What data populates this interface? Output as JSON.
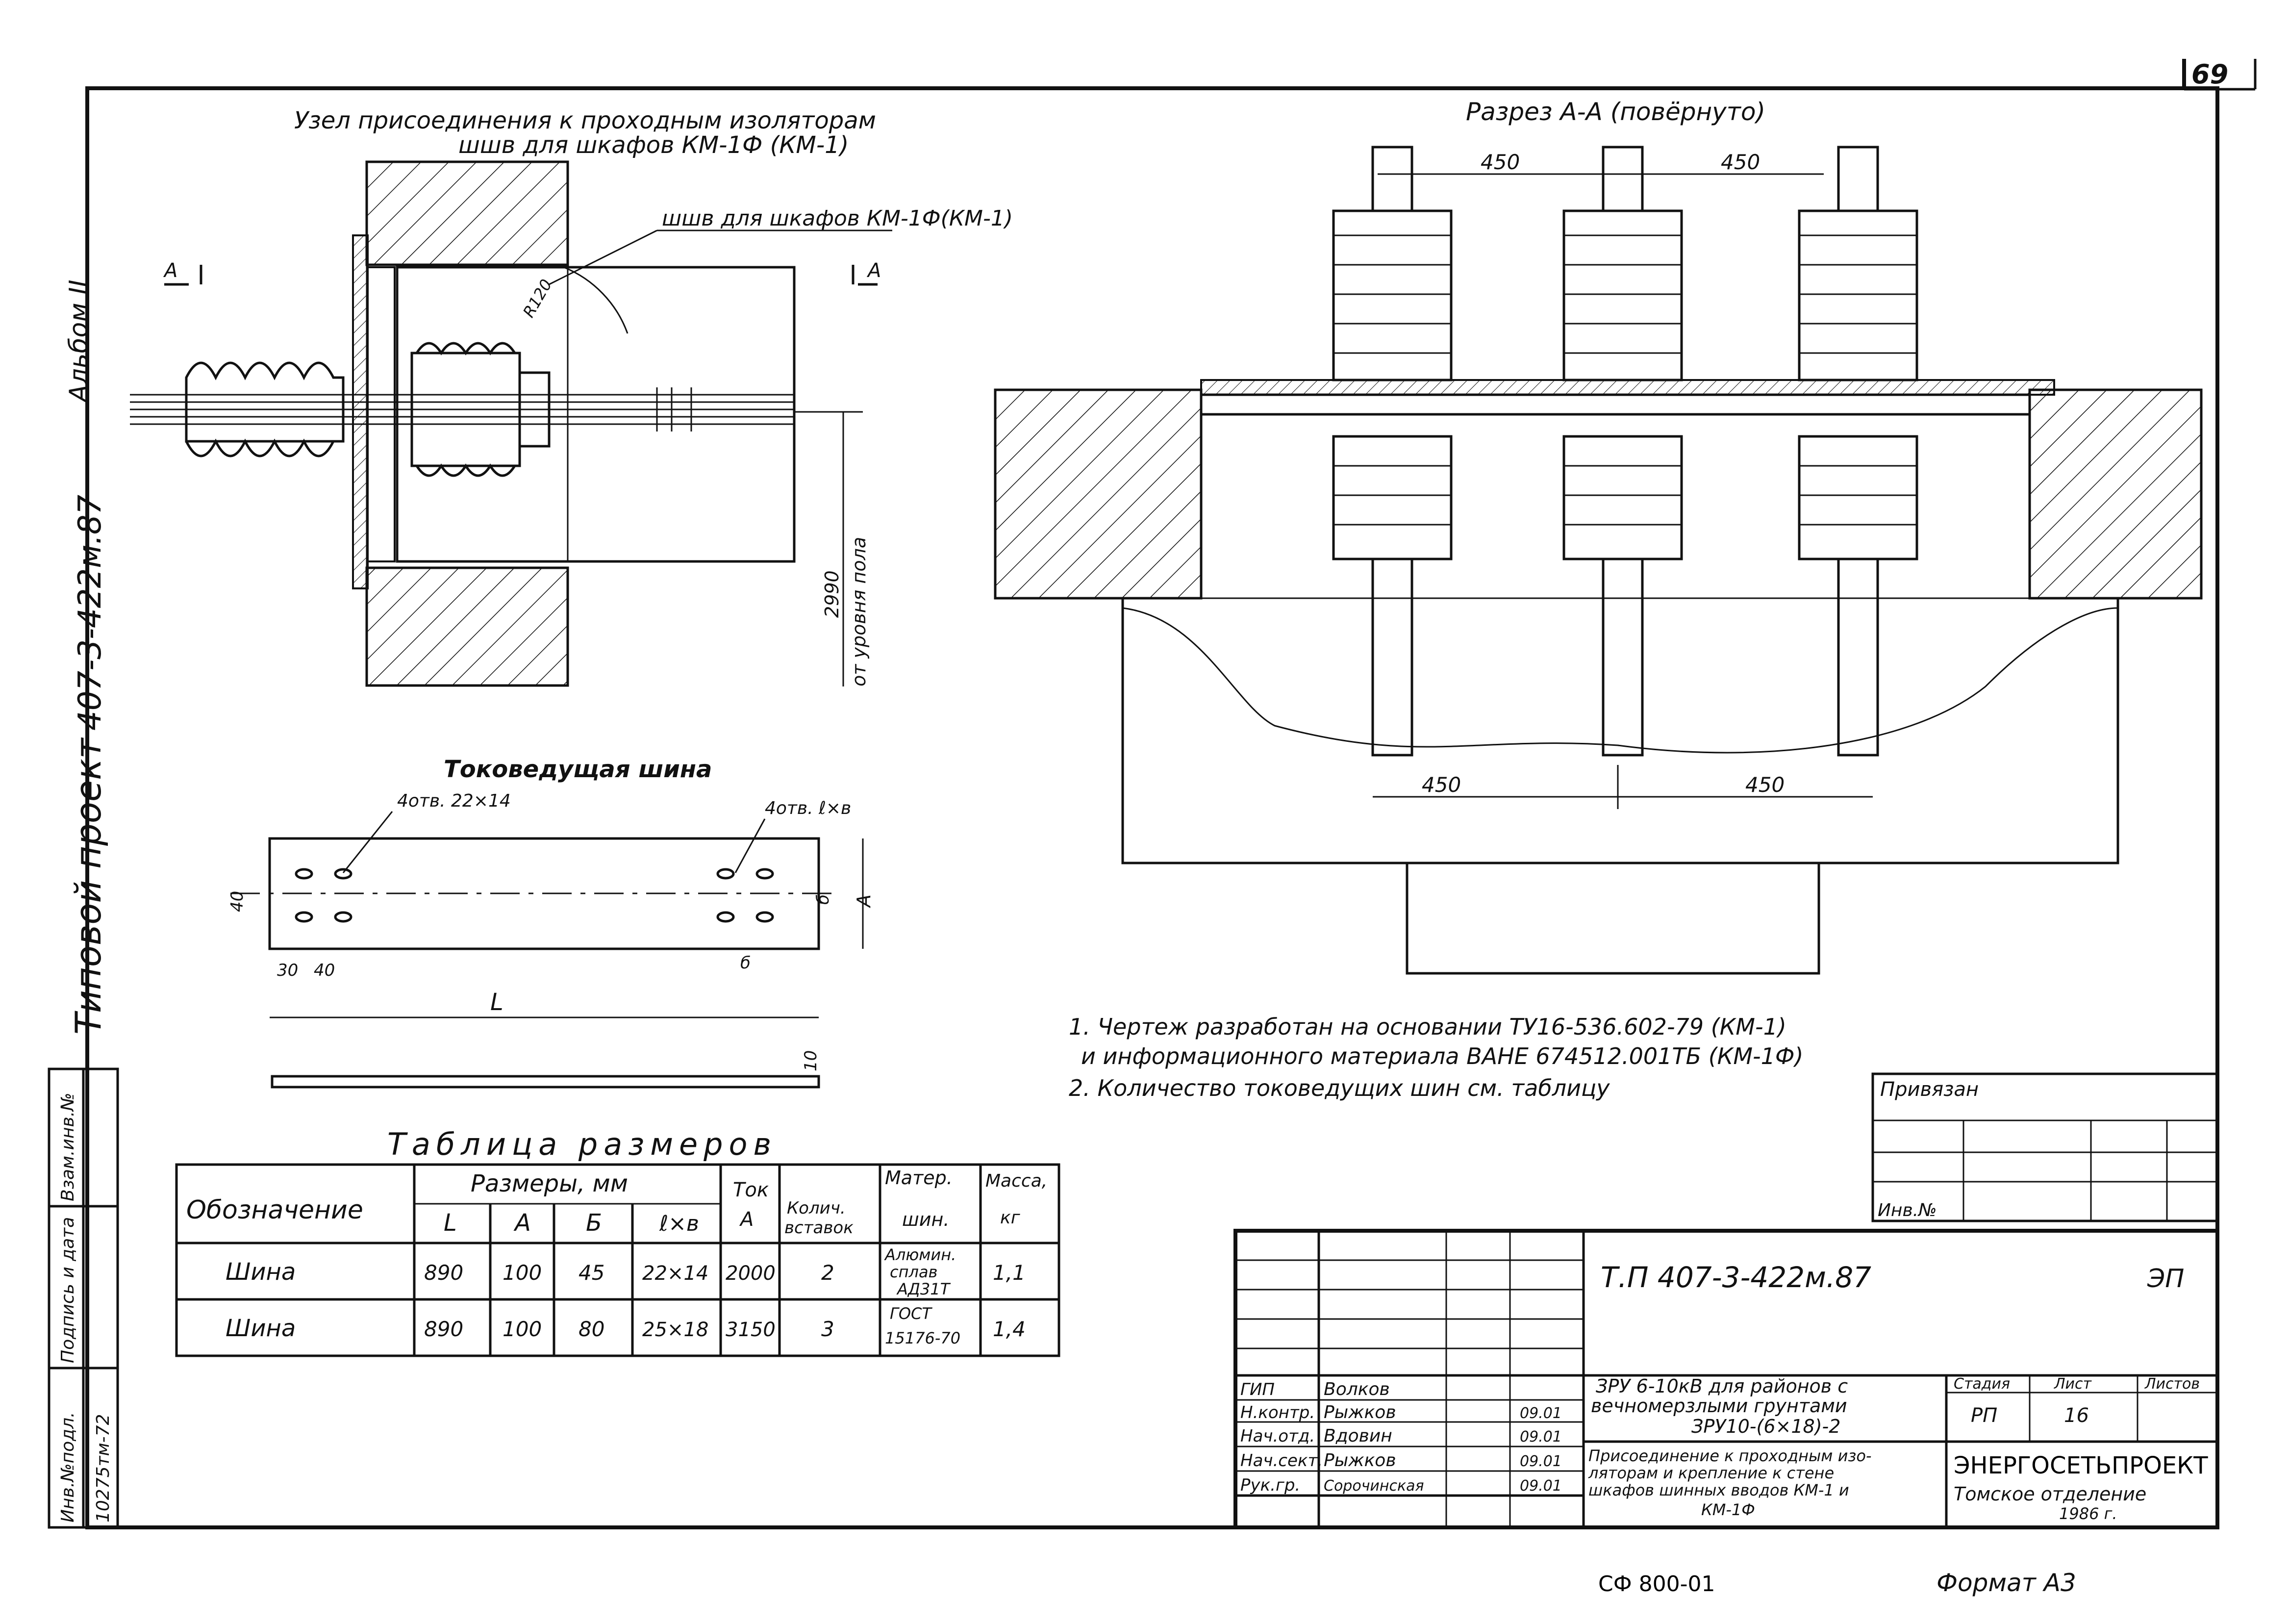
{
  "sheet": {
    "page_number": "69",
    "margin_album": "Альбом II",
    "margin_project_label": "Типовой проект",
    "margin_project_code": "407-3-422м.87",
    "left_stamp": {
      "inv_podl_label": "Инв.№подл.",
      "inv_podl_value": "10275тм-72",
      "sign_date_label": "Подпись и дата",
      "vzam_label": "Взам.инв.№"
    },
    "footer_code": "СФ 800-01",
    "footer_format": "Формат А3"
  },
  "view_left": {
    "title_line1": "Узел присоединения к проходным изоляторам",
    "title_line2": "шшв для шкафов КМ-1Ф (КМ-1)",
    "leader_label": "шшв для шкафов КМ-1Ф(КМ-1)",
    "section_mark": "А",
    "radius_label": "R120",
    "dim_vertical": "2990",
    "dim_vertical_note": "от уровня пола"
  },
  "view_section": {
    "title": "Разрез А-А (повёрнуто)",
    "dim_top_left": "450",
    "dim_top_right": "450",
    "dim_bottom_left": "450",
    "dim_bottom_right": "450"
  },
  "busbar_detail": {
    "title": "Токоведущая шина",
    "hole_label_left": "4отв. 22×14",
    "hole_label_right": "4отв. ℓ×в",
    "dim_40": "40",
    "dim_30": "30",
    "dim_40b": "40",
    "dim_b": "б",
    "dim_b2": "б",
    "dim_a": "А",
    "dim_L": "L",
    "dim_10": "10"
  },
  "notes": {
    "note1_line1": "1. Чертеж разработан на основании ТУ16-536.602-79 (КМ-1)",
    "note1_line2": "и информационного материала ВАНЕ 674512.001ТБ (КМ-1Ф)",
    "note2": "2. Количество токоведущих шин см. таблицу"
  },
  "size_table": {
    "title": "Таблица размеров",
    "headers": {
      "designation": "Обозначение",
      "dimensions": "Размеры, мм",
      "L": "L",
      "A": "А",
      "B": "Б",
      "lxb": "ℓ×в",
      "current_top": "Ток",
      "current_bottom": "А",
      "qty_top": "Колич.",
      "qty_bottom": "вставок",
      "material_top": "Матер.",
      "material_bottom": "шин.",
      "mass_top": "Масса,",
      "mass_bottom": "кг"
    },
    "rows": [
      {
        "name": "Шина",
        "L": "890",
        "A": "100",
        "B": "45",
        "lxb": "22×14",
        "current": "2000",
        "qty": "2",
        "mass": "1,1"
      },
      {
        "name": "Шина",
        "L": "890",
        "A": "100",
        "B": "80",
        "lxb": "25×18",
        "current": "3150",
        "qty": "3",
        "mass": "1,4"
      }
    ],
    "material_lines": [
      "Алюмин.",
      "сплав",
      "АД31Т",
      "ГОСТ",
      "15176-70"
    ]
  },
  "title_block": {
    "privyazan": "Привязан",
    "inv_no": "Инв.№",
    "doc_code": "Т.П   407-3-422м.87",
    "doc_type": "ЭП",
    "roles": [
      {
        "role": "ГИП",
        "name": "Волков",
        "date": ""
      },
      {
        "role": "Н.контр.",
        "name": "Рыжков",
        "date": "09.01"
      },
      {
        "role": "Нач.отд.",
        "name": "Вдовин",
        "date": "09.01"
      },
      {
        "role": "Нач.сект.",
        "name": "Рыжков",
        "date": "09.01"
      },
      {
        "role": "Рук.гр.",
        "name": "Сорочинская",
        "date": "09.01"
      }
    ],
    "object_line1": "ЗРУ 6-10кВ для районов с",
    "object_line2": "вечномерзлыми грунтами",
    "object_line3": "ЗРУ10-(6×18)-2",
    "sheet_title_line1": "Присоединение к проходным изо-",
    "sheet_title_line2": "ляторам и крепление к стене",
    "sheet_title_line3": "шкафов шинных вводов КМ-1 и",
    "sheet_title_line4": "КМ-1Ф",
    "stage_label": "Стадия",
    "sheet_label": "Лист",
    "sheets_label": "Листов",
    "stage_value": "РП",
    "sheet_value": "16",
    "org_name": "ЭНЕРГОСЕТЬПРОЕКТ",
    "org_branch": "Томское отделение",
    "org_year": "1986 г."
  }
}
